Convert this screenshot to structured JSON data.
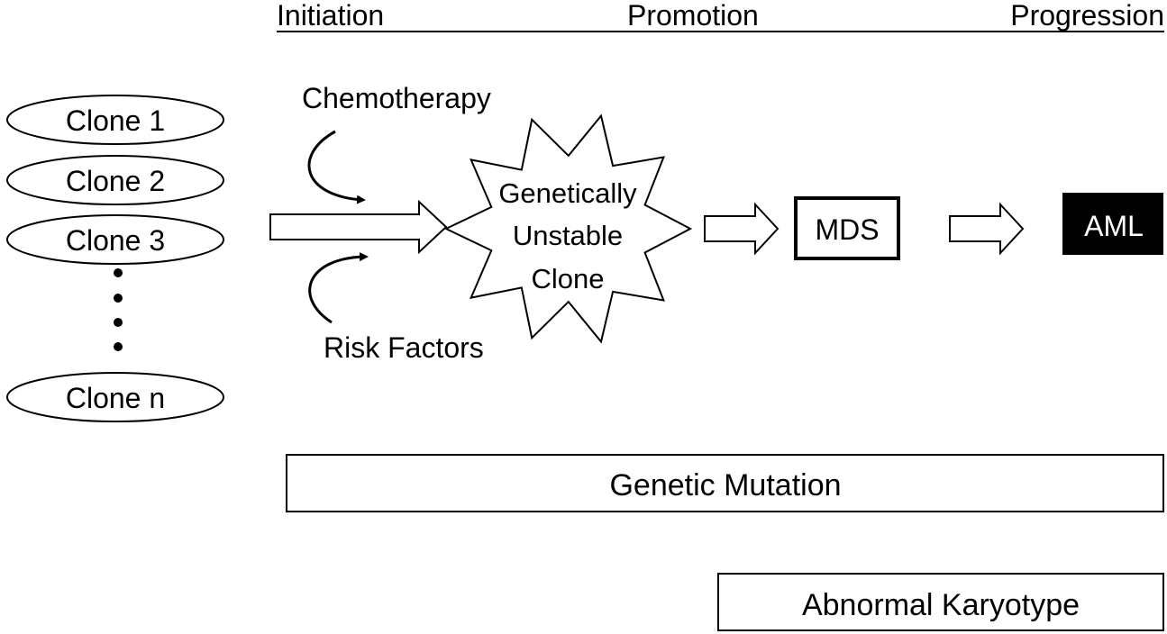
{
  "stages": {
    "initiation": "Initiation",
    "promotion": "Promotion",
    "progression": "Progression"
  },
  "clones": [
    "Clone 1",
    "Clone 2",
    "Clone 3",
    "Clone n"
  ],
  "causes": {
    "chemotherapy": "Chemotherapy",
    "risk_factors": "Risk Factors"
  },
  "unstable_clone": {
    "line1": "Genetically",
    "line2": "Unstable",
    "line3": "Clone"
  },
  "mds": "MDS",
  "aml": "AML",
  "bars": {
    "genetic_mutation": "Genetic Mutation",
    "abnormal_karyotype": "Abnormal Karyotype"
  },
  "colors": {
    "stroke": "#000000",
    "aml_fill": "#000000",
    "aml_text": "#ffffff",
    "background": "#ffffff"
  }
}
